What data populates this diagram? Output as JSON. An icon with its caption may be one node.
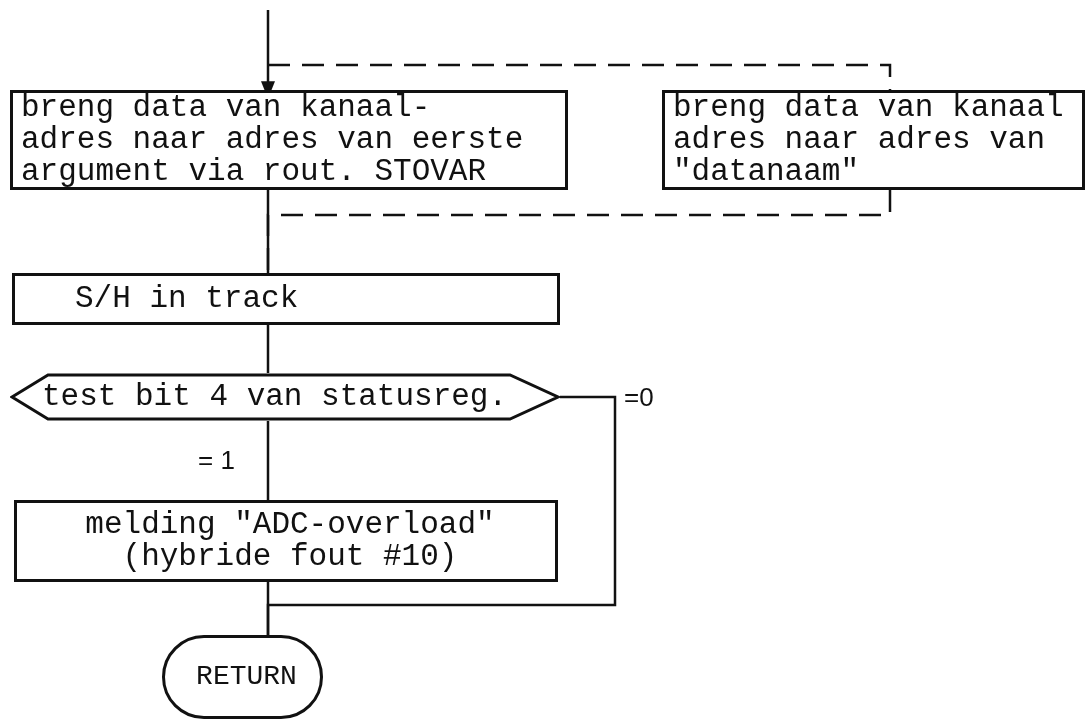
{
  "diagram": {
    "nodes": [
      {
        "text": [
          "breng data van kanaal- adres naar adres van eerste argument via rout. STOVAR"
        ]
      },
      {
        "text": [
          "breng data van kanaal adres naar adres van \"datanaam\""
        ]
      },
      {
        "text": [
          "S/H in track"
        ]
      },
      {
        "text": [
          "test bit 4 van statusreg."
        ]
      },
      {
        "text": [
          "melding \"ADC-overload\" (hybride fout #10)"
        ]
      },
      {
        "text": [
          "RETURN"
        ]
      }
    ],
    "edges": [
      {
        "from": null,
        "to": 0,
        "arrow": "to"
      },
      {
        "from": null,
        "to": 1,
        "arrow": "none",
        "style": "dashed"
      },
      {
        "from": 1,
        "to": 2,
        "arrow": "none",
        "style": "dashed"
      },
      {
        "from": 0,
        "to": 2,
        "arrow": "none"
      },
      {
        "from": 2,
        "to": 3,
        "arrow": "none"
      },
      {
        "from": 3,
        "to": 4,
        "arrow": "none",
        "label": "= 1"
      },
      {
        "from": 3,
        "to": 5,
        "arrow": "none",
        "label": "=0"
      },
      {
        "from": 4,
        "to": 5,
        "arrow": "none"
      }
    ]
  }
}
